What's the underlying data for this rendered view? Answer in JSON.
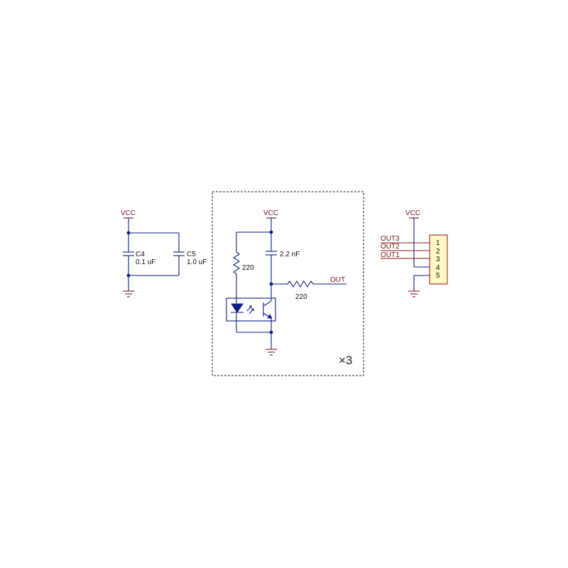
{
  "decoupling": {
    "vcc_label": "VCC",
    "c4": {
      "ref": "C4",
      "value": "0.1 uF"
    },
    "c5": {
      "ref": "C5",
      "value": "1.0 uF"
    }
  },
  "sensor_block": {
    "vcc_label": "VCC",
    "led_resistor": "220",
    "capacitor": "2.2 nF",
    "output_resistor": "220",
    "output_net": "OUT",
    "multiplier": "×3"
  },
  "connector": {
    "vcc_label": "VCC",
    "nets": [
      "OUT3",
      "OUT2",
      "OUT1"
    ],
    "pins": [
      "1",
      "2",
      "3",
      "4",
      "5"
    ]
  },
  "colors": {
    "wire": "#0b1f86",
    "net_label": "#7a1414",
    "connector_fill": "#fff7c4"
  }
}
